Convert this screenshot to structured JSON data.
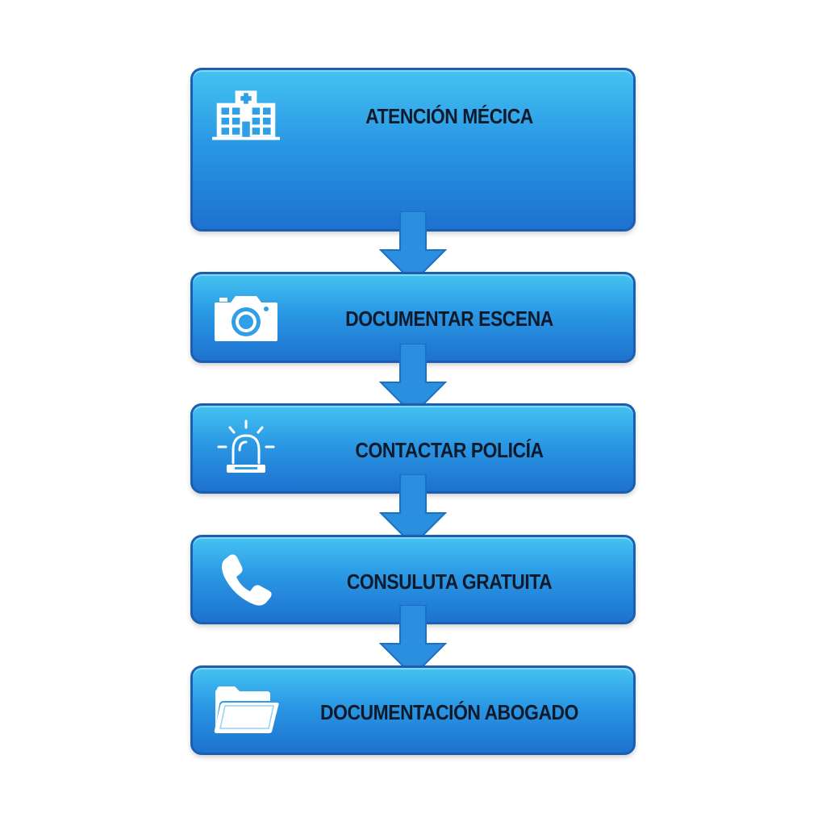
{
  "steps": [
    {
      "label": "ATENCIÓN MÉCICA",
      "icon": "hospital-icon"
    },
    {
      "label": "DOCUMENTAR ESCENA",
      "icon": "camera-icon"
    },
    {
      "label": "CONTACTAR POLICÍA",
      "icon": "siren-icon"
    },
    {
      "label": "CONSULUTA GRATUITA",
      "icon": "phone-icon"
    },
    {
      "label": "DOCUMENTACIÓN ABOGADO",
      "icon": "folder-icon"
    }
  ],
  "colors": {
    "box_top": "#44c3f2",
    "box_bottom": "#1d72cf",
    "border": "#1c5fb0",
    "arrow": "#2a8fdf",
    "label_text": "#0d1a2b",
    "icon": "#ffffff"
  }
}
